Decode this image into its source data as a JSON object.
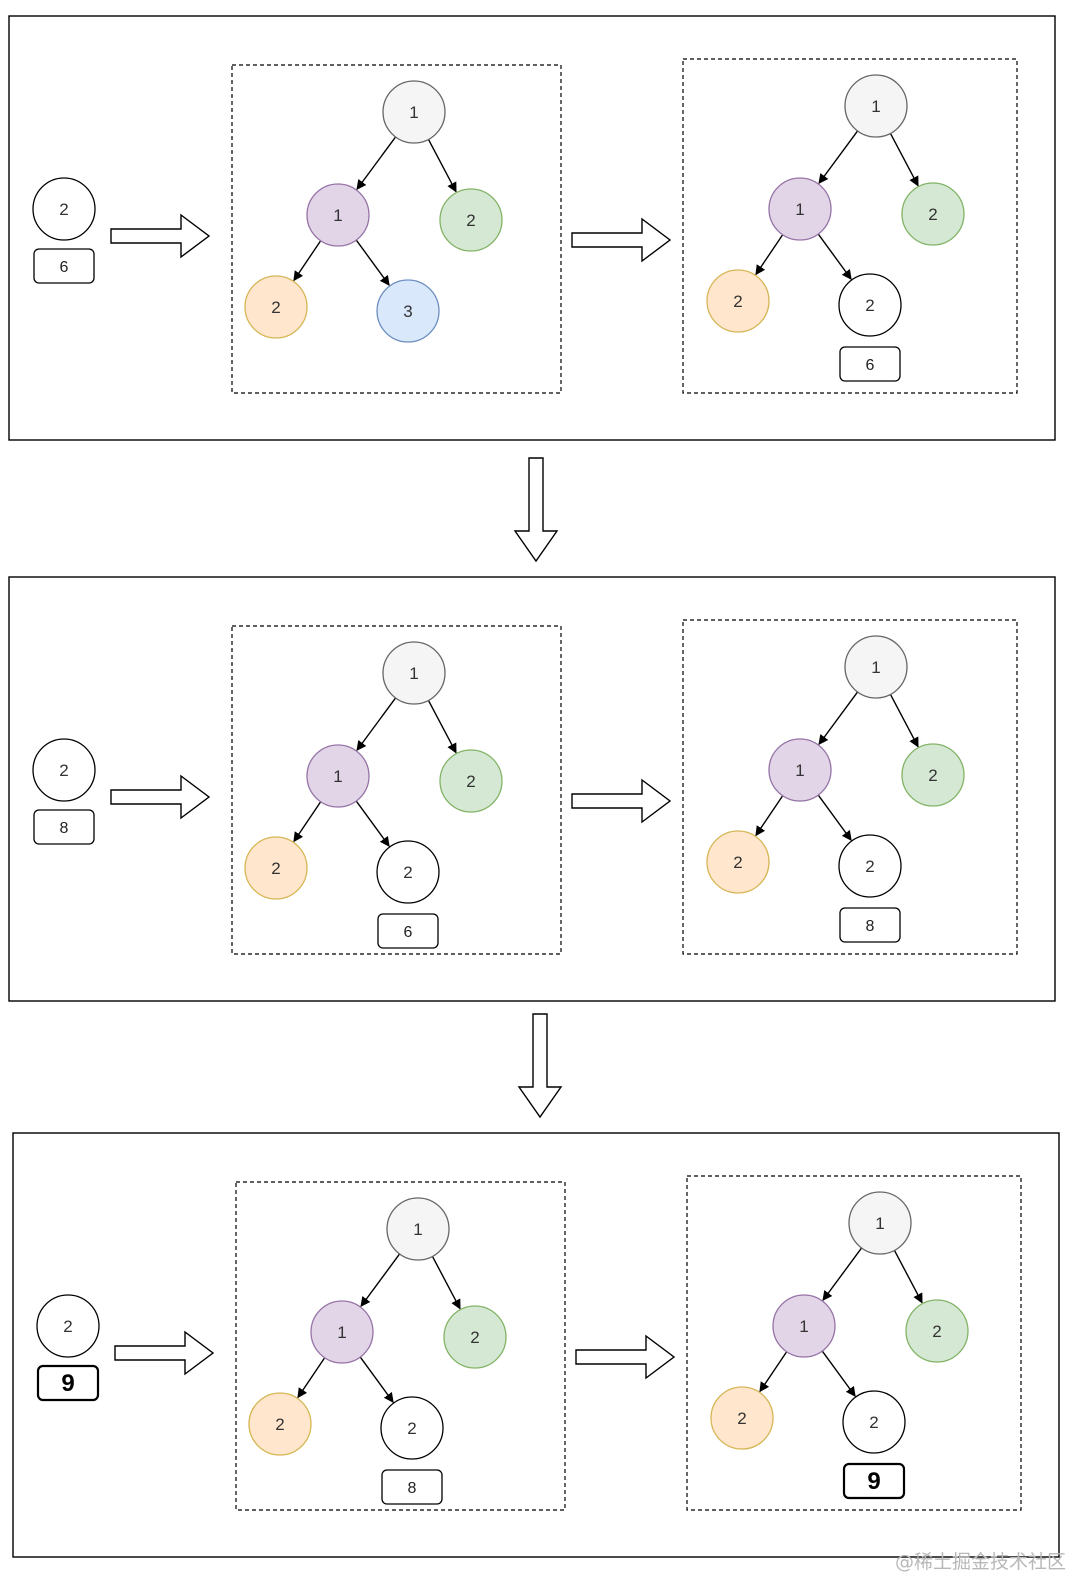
{
  "palette": {
    "root": {
      "fill": "#f5f5f5",
      "stroke": "#666666"
    },
    "purple": {
      "fill": "#e1d5e7",
      "stroke": "#9673a6"
    },
    "green": {
      "fill": "#d5e8d4",
      "stroke": "#82b366"
    },
    "orange": {
      "fill": "#ffe6cc",
      "stroke": "#d6b656"
    },
    "blue": {
      "fill": "#dae8fc",
      "stroke": "#6c8ebf"
    },
    "white": {
      "fill": "#ffffff",
      "stroke": "#000000"
    }
  },
  "steps": [
    {
      "input": {
        "node": "2",
        "box": "6",
        "bold": false
      },
      "before": {
        "nodes": {
          "root": "1",
          "left": "1",
          "right": "2",
          "leftleft": "2",
          "leftright": "3"
        },
        "leftright_color": "blue",
        "leftright_box": null
      },
      "after": {
        "nodes": {
          "root": "1",
          "left": "1",
          "right": "2",
          "leftleft": "2",
          "leftright": "2"
        },
        "leftright_color": "white",
        "leftright_box": {
          "value": "6",
          "bold": false
        }
      }
    },
    {
      "input": {
        "node": "2",
        "box": "8",
        "bold": false
      },
      "before": {
        "nodes": {
          "root": "1",
          "left": "1",
          "right": "2",
          "leftleft": "2",
          "leftright": "2"
        },
        "leftright_color": "white",
        "leftright_box": {
          "value": "6",
          "bold": false
        }
      },
      "after": {
        "nodes": {
          "root": "1",
          "left": "1",
          "right": "2",
          "leftleft": "2",
          "leftright": "2"
        },
        "leftright_color": "white",
        "leftright_box": {
          "value": "8",
          "bold": false
        }
      }
    },
    {
      "input": {
        "node": "2",
        "box": "9",
        "bold": true
      },
      "before": {
        "nodes": {
          "root": "1",
          "left": "1",
          "right": "2",
          "leftleft": "2",
          "leftright": "2"
        },
        "leftright_color": "white",
        "leftright_box": {
          "value": "8",
          "bold": false
        }
      },
      "after": {
        "nodes": {
          "root": "1",
          "left": "1",
          "right": "2",
          "leftleft": "2",
          "leftright": "2"
        },
        "leftright_color": "white",
        "leftright_box": {
          "value": "9",
          "bold": true
        }
      }
    }
  ],
  "watermark": "@稀土掘金技术社区"
}
